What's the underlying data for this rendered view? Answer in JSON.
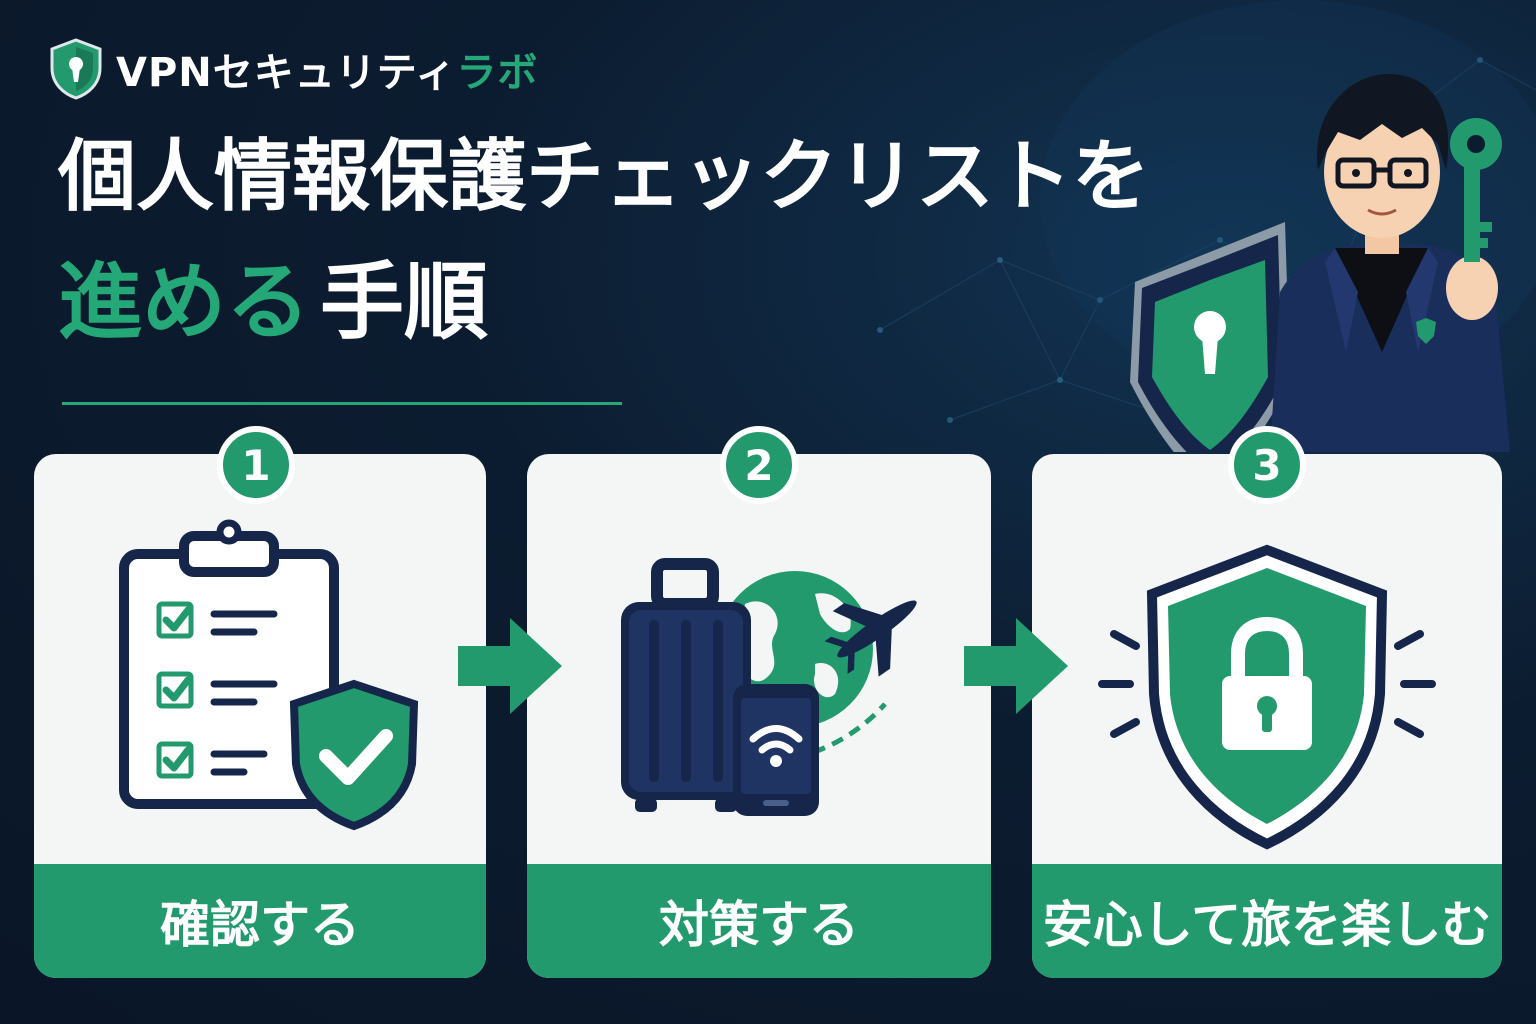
{
  "brand": {
    "name_main": "VPNセキュリティ",
    "name_accent": "ラボ"
  },
  "headline": {
    "line1": "個人情報保護チェックリストを",
    "line2_accent": "進める",
    "line2_rest": "手順"
  },
  "steps": [
    {
      "number": "1",
      "label": "確認する",
      "icon": "clipboard-checklist-shield-icon"
    },
    {
      "number": "2",
      "label": "対策する",
      "icon": "luggage-globe-plane-phone-icon"
    },
    {
      "number": "3",
      "label": "安心して旅を楽しむ",
      "icon": "shield-padlock-icon"
    }
  ],
  "colors": {
    "background": "#0c1c30",
    "accent_green": "#239a6e",
    "navy": "#15264a",
    "card": "#f4f5f5"
  }
}
